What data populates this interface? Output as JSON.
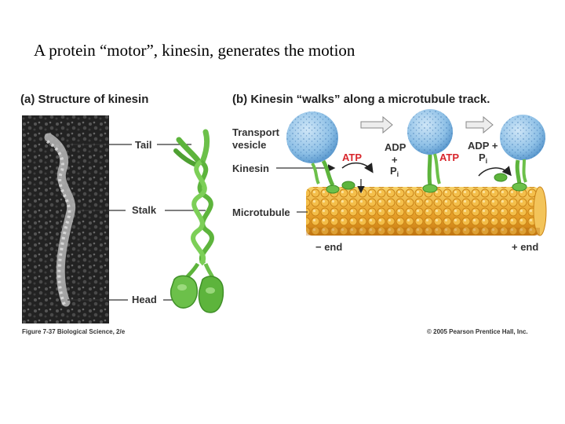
{
  "title": "A protein “motor”, kinesin, generates the motion",
  "panel_a": {
    "title": "(a) Structure of kinesin",
    "labels": {
      "tail": "Tail",
      "stalk": "Stalk",
      "head": "Head"
    }
  },
  "panel_b": {
    "title": "(b) Kinesin “walks” along a microtubule track.",
    "labels": {
      "transport": "Transport",
      "vesicle": "vesicle",
      "kinesin": "Kinesin",
      "microtubule": "Microtubule",
      "atp_1": "ATP",
      "atp_2": "ATP",
      "adp_1": "ADP",
      "plus_1": "+",
      "p_1": "P",
      "sub_1": "i",
      "adp_2": "ADP +",
      "p_2": "P",
      "sub_2": "i",
      "minus_end": "− end",
      "plus_end": "+ end"
    }
  },
  "footer": {
    "figure": "Figure 7-37  Biological Science, 2/e",
    "copyright": "© 2005 Pearson Prentice Hall, Inc."
  },
  "colors": {
    "vesicle": "#6fa8d8",
    "kinesin": "#6cc04a",
    "microtubule": "#e6a22a",
    "atp_text": "#d8262c",
    "arrow": "#e9e9e9"
  }
}
